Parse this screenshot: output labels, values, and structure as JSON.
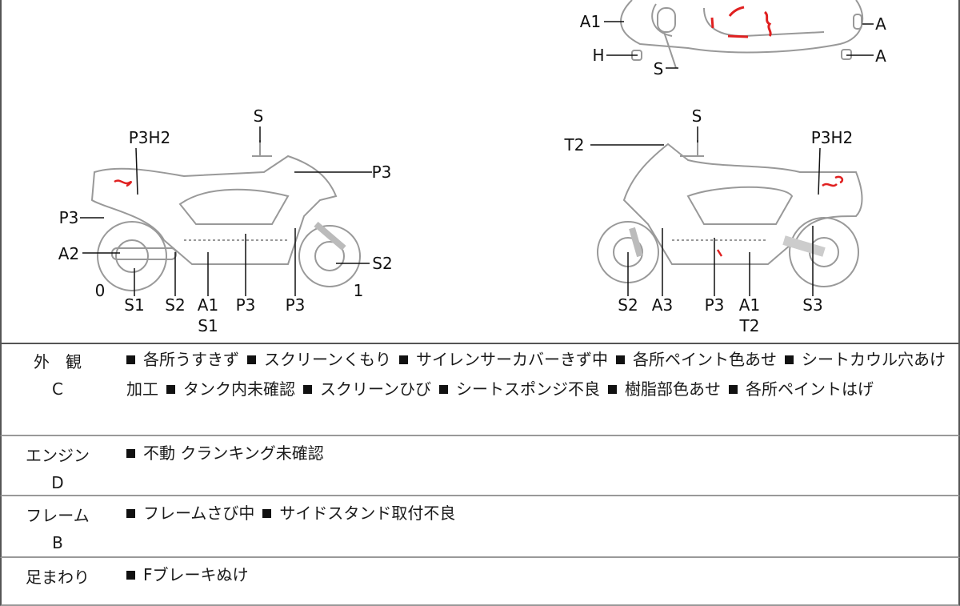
{
  "diagram": {
    "top_view_labels": [
      "A1",
      "H",
      "S",
      "A",
      "A"
    ],
    "left_side_labels": [
      "S",
      "P3H2",
      "P3",
      "P3",
      "A2",
      "S2",
      "0",
      "1",
      "S1",
      "S2",
      "A1",
      "S1",
      "P3",
      "P3"
    ],
    "right_side_labels": [
      "S",
      "T2",
      "P3H2",
      "S2",
      "A3",
      "P3",
      "A1",
      "T2",
      "S3"
    ],
    "damage_mark_color": "#e02020"
  },
  "sections": [
    {
      "category": "外　観",
      "grade": "C",
      "items": [
        "各所うすきず",
        "スクリーンくもり",
        "サイレンサーカバーきず中",
        "各所ペイント色あせ",
        "シートカウル穴あけ加工",
        "タンク内未確認",
        "スクリーンひび",
        "シートスポンジ不良",
        "樹脂部色あせ",
        "各所ペイントはげ"
      ]
    },
    {
      "category": "エンジン",
      "grade": "D",
      "items": [
        "不動 クランキング未確認"
      ]
    },
    {
      "category": "フレーム",
      "grade": "B",
      "items": [
        "フレームさび中",
        "サイドスタンド取付不良"
      ]
    },
    {
      "category": "足まわり",
      "grade": "",
      "items": [
        "Fブレーキぬけ"
      ]
    }
  ]
}
